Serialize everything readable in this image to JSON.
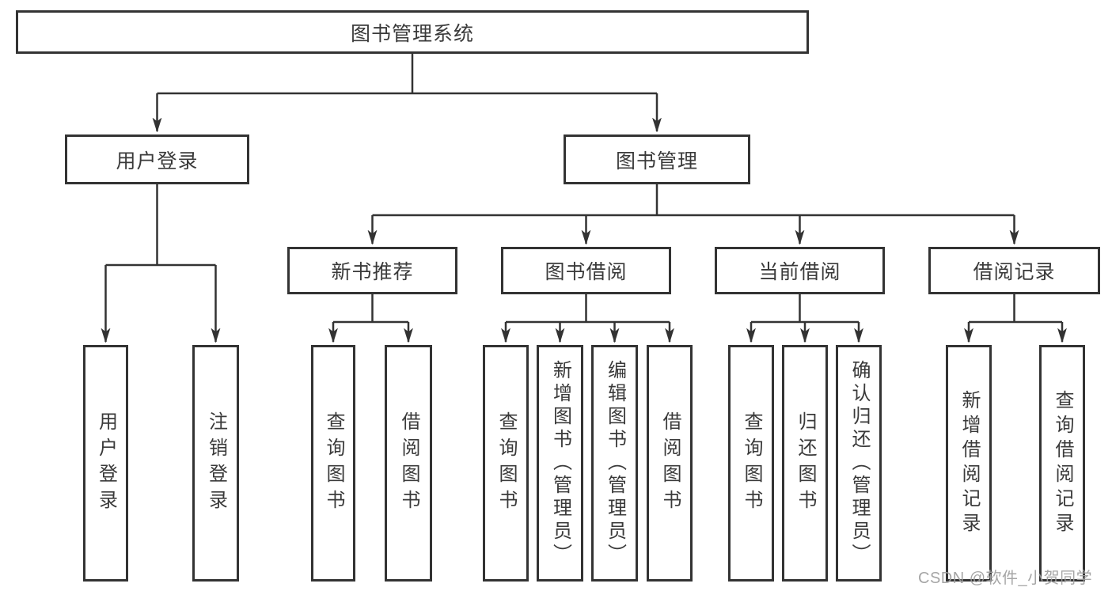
{
  "diagram": {
    "title_node": {
      "label": "图书管理系统"
    },
    "level2": [
      {
        "id": "user-login",
        "label": "用户登录"
      },
      {
        "id": "book-management",
        "label": "图书管理"
      }
    ],
    "level3": [
      {
        "id": "new-book-recommend",
        "label": "新书推荐",
        "parent": "book-management"
      },
      {
        "id": "book-borrow",
        "label": "图书借阅",
        "parent": "book-management"
      },
      {
        "id": "current-borrow",
        "label": "当前借阅",
        "parent": "book-management"
      },
      {
        "id": "borrow-records",
        "label": "借阅记录",
        "parent": "book-management"
      }
    ],
    "leaves": [
      {
        "group": "user-login",
        "label": "用户登录"
      },
      {
        "group": "user-login",
        "label": "注销登录"
      },
      {
        "group": "new-book-recommend",
        "label": "查询图书"
      },
      {
        "group": "new-book-recommend",
        "label": "借阅图书"
      },
      {
        "group": "book-borrow",
        "label": "查询图书"
      },
      {
        "group": "book-borrow",
        "label": "新增图书（管理员）"
      },
      {
        "group": "book-borrow",
        "label": "编辑图书（管理员）"
      },
      {
        "group": "book-borrow",
        "label": "借阅图书"
      },
      {
        "group": "current-borrow",
        "label": "查询图书"
      },
      {
        "group": "current-borrow",
        "label": "归还图书"
      },
      {
        "group": "current-borrow",
        "label": "确认归还（管理员）"
      },
      {
        "group": "borrow-records",
        "label": "新增借阅记录"
      },
      {
        "group": "borrow-records",
        "label": "查询借阅记录"
      }
    ]
  },
  "watermark": {
    "text": "CSDN @软件_小贺同学"
  },
  "colors": {
    "line": "#333333",
    "text": "#3a3a3a",
    "background": "#ffffff",
    "watermark": "#9e9e9e"
  }
}
